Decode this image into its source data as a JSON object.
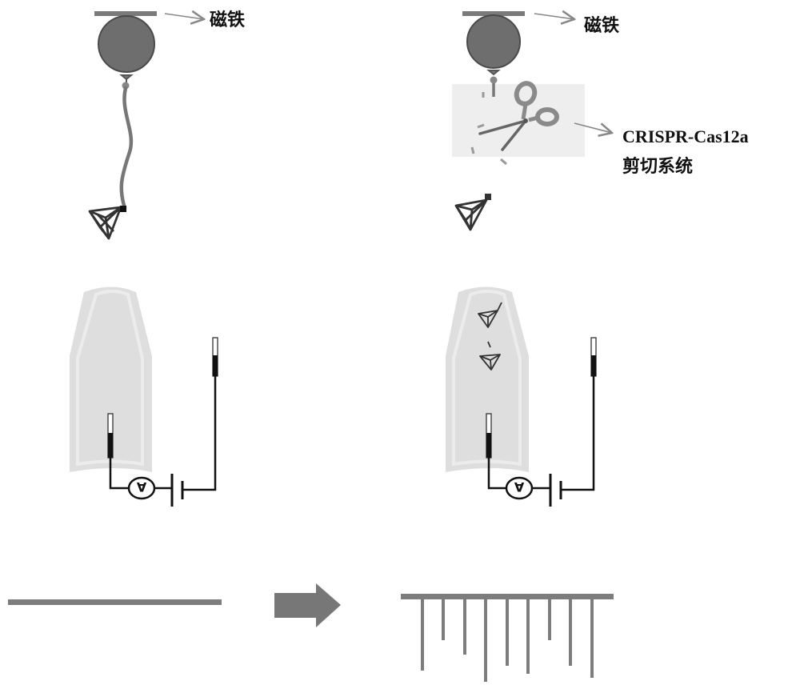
{
  "labels": {
    "magnet_left": "磁铁",
    "magnet_right": "磁铁",
    "crispr_line1": "CRISPR-Cas12a",
    "crispr_line2": "剪切系统"
  },
  "colors": {
    "magnet_bar": "#7a7a7a",
    "bead": "#6e6e6e",
    "linker": "#777777",
    "cage": "#333333",
    "tube": "#dedede",
    "tube_edge": "#ececec",
    "wire": "#111111",
    "scissors_box": "#eeeeee",
    "scissors_handle": "#8a8a8a",
    "bars": "#7d7d7d",
    "arrow": "#777777",
    "pointer_arrow": "#888888"
  },
  "icons": {
    "magnet": "magnet-bar-icon",
    "bead": "magnetic-bead-icon",
    "cage": "dna-tetrahedron-icon",
    "scissors": "scissors-icon",
    "ammeter": "ammeter-icon",
    "battery": "battery-icon",
    "flow_arrow": "right-arrow-icon"
  }
}
